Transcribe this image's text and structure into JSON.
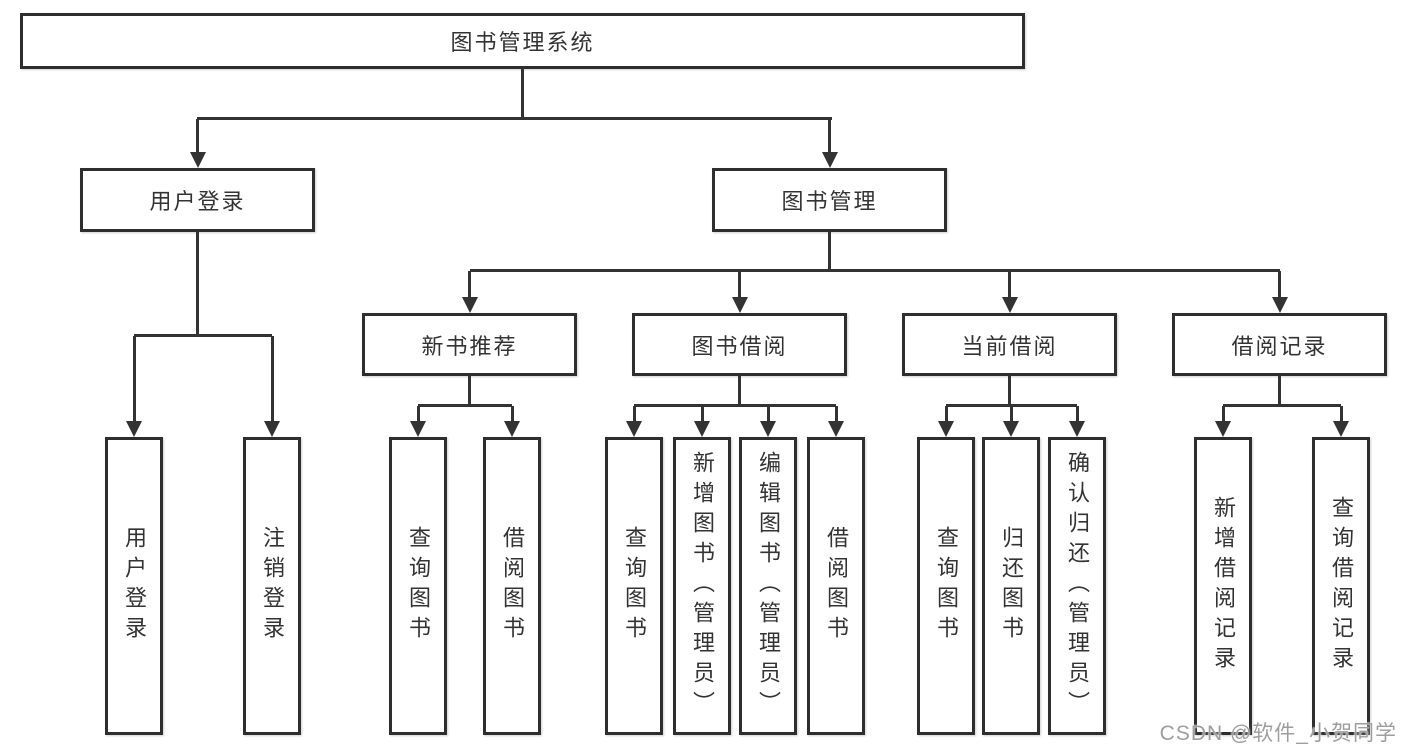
{
  "tree": {
    "root_label": "图书管理系统",
    "branches": [
      {
        "label": "用户登录",
        "leaves": [
          {
            "label": "用户登录"
          },
          {
            "label": "注销登录"
          }
        ]
      },
      {
        "label": "图书管理",
        "groups": [
          {
            "label": "新书推荐",
            "leaves": [
              {
                "label": "查询图书"
              },
              {
                "label": "借阅图书"
              }
            ]
          },
          {
            "label": "图书借阅",
            "leaves": [
              {
                "label": "查询图书"
              },
              {
                "label": "新增图书（管理员）"
              },
              {
                "label": "编辑图书（管理员）"
              },
              {
                "label": "借阅图书"
              }
            ]
          },
          {
            "label": "当前借阅",
            "leaves": [
              {
                "label": "查询图书"
              },
              {
                "label": "归还图书"
              },
              {
                "label": "确认归还（管理员）"
              }
            ]
          },
          {
            "label": "借阅记录",
            "leaves": [
              {
                "label": "新增借阅记录"
              },
              {
                "label": "查询借阅记录"
              }
            ]
          }
        ]
      }
    ]
  },
  "watermark": "CSDN @软件_小贺同学",
  "colors": {
    "line": "#333333",
    "border": "#2e2e2e",
    "text": "#333333",
    "watermark": "#9e9e9e",
    "background": "#ffffff"
  }
}
